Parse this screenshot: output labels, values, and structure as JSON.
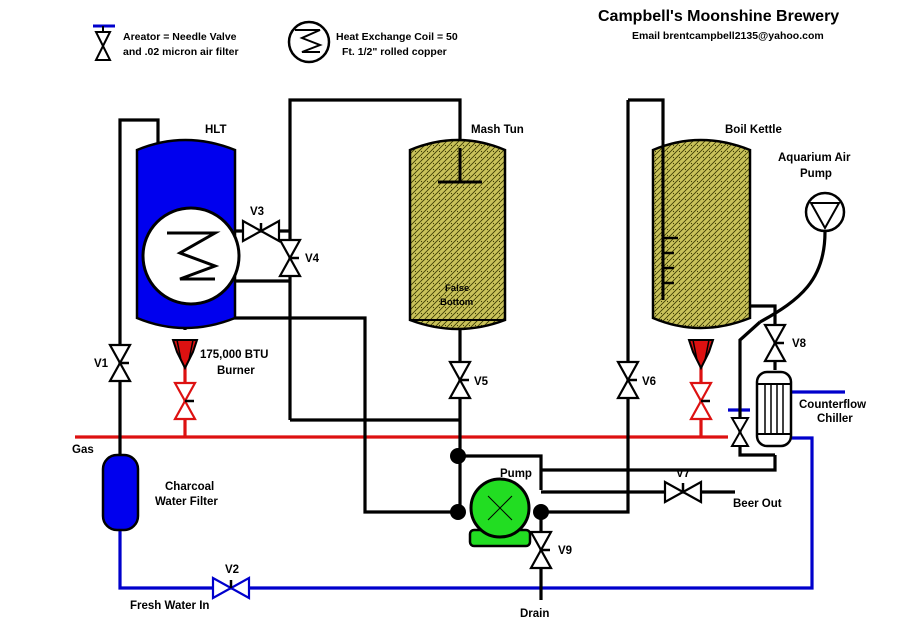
{
  "header": {
    "title": "Campbell's Moonshine Brewery",
    "email": "Email brentcampbell2135@yahoo.com"
  },
  "legend": {
    "aerator_line1": "Areator = Needle Valve",
    "aerator_line2": "and .02 micron air filter",
    "coil_line1": "Heat Exchange Coil = 50",
    "coil_line2": "Ft. 1/2\" rolled copper"
  },
  "vessels": {
    "hlt": "HLT",
    "mash_tun": "Mash Tun",
    "false_bottom_line1": "False",
    "false_bottom_line2": "Bottom",
    "boil_kettle": "Boil Kettle"
  },
  "components": {
    "air_pump_line1": "Aquarium Air",
    "air_pump_line2": "Pump",
    "burner_line1": "175,000 BTU",
    "burner_line2": "Burner",
    "chiller_line1": "Counterflow",
    "chiller_line2": "Chiller",
    "filter_line1": "Charcoal",
    "filter_line2": "Water Filter",
    "pump": "Pump"
  },
  "lines": {
    "gas": "Gas",
    "fresh_water": "Fresh Water In",
    "beer_out": "Beer Out",
    "drain": "Drain"
  },
  "valves": {
    "v1": "V1",
    "v2": "V2",
    "v3": "V3",
    "v4": "V4",
    "v5": "V5",
    "v6": "V6",
    "v7": "V7",
    "v8": "V8",
    "v9": "V9"
  },
  "colors": {
    "water": "#0000cc",
    "gas": "#dd1111",
    "hlt": "#0000ee",
    "grain": "#c9c25a",
    "pump": "#22dd22",
    "pipe": "#000000"
  }
}
